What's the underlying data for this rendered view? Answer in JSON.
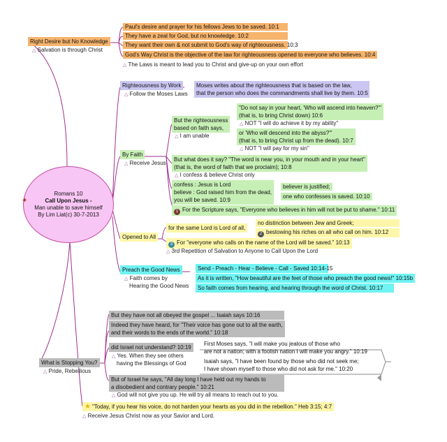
{
  "center": {
    "line1": "Romans 10",
    "line2": "Call Upon Jesus -",
    "line3": "Man unable to save himself",
    "line4": "By Lim Liat(c) 30-7-2013"
  },
  "topics": {
    "right_desire": {
      "label": "Right Desire but No Knowledge",
      "sub": "Salvation is through Christ",
      "items": [
        "Paul's desire and prayer for his fellows Jews to be saved.  10:1",
        "They have a zeal for God, but no knowledge.  10:2",
        "They want their own & not submit to God's way of righteousness.  10:3",
        "God's Way Christ is the objective of the law for righteousness opened to everyone who believes.  10:4"
      ],
      "note": "The Laws is meant to lead you to Christ and give-up on your own effort"
    },
    "by_work": {
      "label": "Righteousness by Work",
      "sub": "Follow the Moses Laws",
      "text1": "Moses writes about the righteousness that is based on the law,",
      "text2": "that the person who does the commandments shall live by them.  10:5"
    },
    "by_faith": {
      "label": "By Faith",
      "sub": "Receive Jesus",
      "faith_says1": "But the righteousness",
      "faith_says2": "based on faith says,",
      "unable": "I am unable",
      "q1a": "\"Do not say in your heart, 'Who will ascend into heaven?'\"",
      "q1b": "(that is, to bring Christ down)  10:6",
      "not1": "NOT \"I will do achieve it by my ability\"",
      "q2a": "or 'Who will descend into the abyss?'\"",
      "q2b": "(that is, to bring Christ up from the dead).  10:7",
      "not2": "NOT \"I will pay for my sin\"",
      "word1": "But what does it say? \"The word is near you, in your mouth and in your heart\"",
      "word2": "(that is, the word of faith that we proclaim);  10:8",
      "confess_note": "I confess & believe Christ only",
      "conf1": "confess : Jesus is Lord",
      "conf2": "believe : God raised him from the dead,",
      "conf3": "you will be saved.   10:9",
      "justified": "believer is justified;",
      "confess_saved": "one who confesses is saved.  10:10",
      "scripture": "For the Scripture says, \"Everyone who believes in him will not be put to shame.\"  10:11"
    },
    "opened": {
      "label": "Opened to All",
      "same_lord": "for the same Lord is Lord of all,",
      "no_distinction": "no distinction between Jew and Greek;",
      "bestowing": "bestowing his riches on all who call on him.  10:12",
      "everyone": "For \"everyone who calls on the name of the Lord will be saved.\"  10:13",
      "third": "3rd Repetition of Salvation to Anyone to Call Upon the Lord"
    },
    "preach": {
      "label": "Preach the Good News",
      "sub1": "Faith comes by",
      "sub2": "Hearing the Good News",
      "items": [
        "Send - Preach - Hear - Believe - Call - Saved 10:14-15",
        "As it is written, \"How beautiful are the feet of those who preach the good news!\"  10:15b",
        "So faith comes from hearing, and hearing through the word of Christ.  10:17"
      ]
    },
    "stopping": {
      "label": "What is Stopping You?",
      "sub": "Pride, Rebellious",
      "not_obeyed": "But they have not all obeyed the gospel ... Isaiah says 10:16",
      "heard1": "Indeed they have heard, for \"Their voice has gone out to all the earth,",
      "heard2": "and their words to the ends of the world.\"  10:18",
      "understand": "did Israel not understand? 10:19",
      "yes1": "Yes. When they see others",
      "yes2": "having the Blessings of God",
      "moses1": "First Moses says, \"I will make you jealous of those who",
      "moses2": "are not a nation; with a foolish nation I will make you angry.\"  10:19",
      "isaiah1": "Isaiah says, \"I have been found by those who did not seek me;",
      "isaiah2": "I have shown myself to those who did not ask for me.\"  10:20",
      "israel1": "But of Israel he says, \"All day long I have held out my hands to",
      "israel2": "a disobedient and contrary people.\"  10:21",
      "god_will": "God will not give you up. He will try all means to reach out to you."
    },
    "today": {
      "text": "\"Today, if you hear his voice, do not harden your hearts as you did in the rebellion.\" Heb 3:15; 4:7",
      "sub": "Receive Jesus Christ now as your Savior and Lord."
    }
  },
  "colors": {
    "orange": "#f6b46c",
    "lavender": "#c9c6f2",
    "green": "#c6efb5",
    "yellow": "#fdf6a9",
    "cyan": "#6ff3f3",
    "gray": "#bbbbbb",
    "branch": "#a0308e"
  }
}
